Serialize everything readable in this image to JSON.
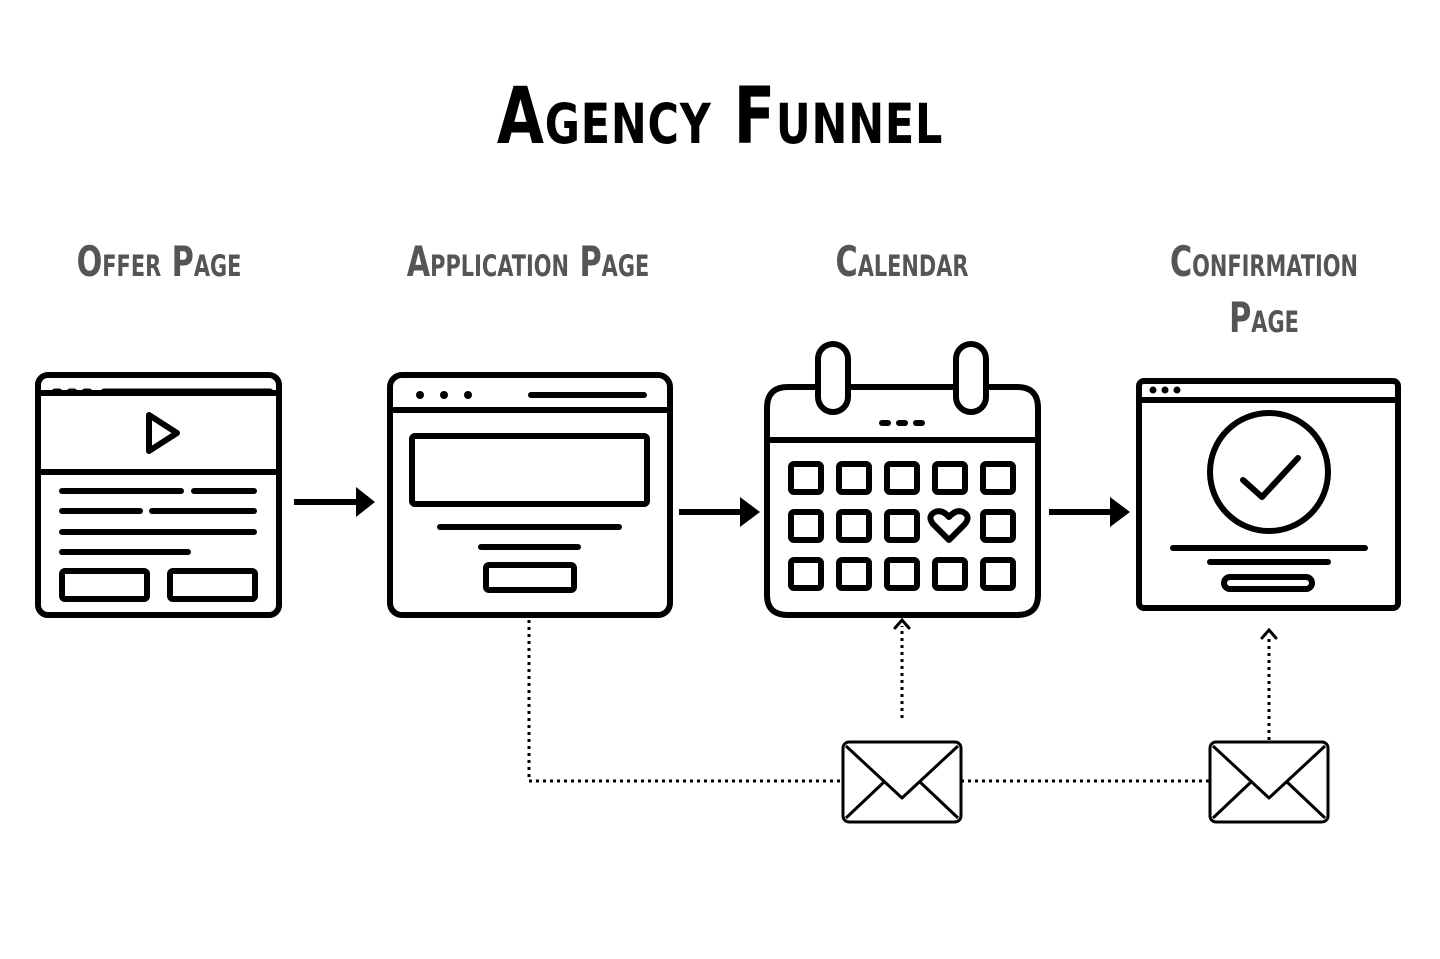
{
  "title": "Agency Funnel",
  "stages": [
    {
      "label": "Offer Page",
      "icon": "video-page-icon"
    },
    {
      "label": "Application Page",
      "icon": "form-page-icon"
    },
    {
      "label": "Calendar",
      "icon": "calendar-icon"
    },
    {
      "label": "Confirmation Page",
      "icon": "confirmation-check-icon"
    }
  ],
  "connectors": [
    {
      "from": "Offer Page",
      "to": "Application Page",
      "style": "solid-arrow"
    },
    {
      "from": "Application Page",
      "to": "Calendar",
      "style": "solid-arrow"
    },
    {
      "from": "Calendar",
      "to": "Confirmation Page",
      "style": "solid-arrow"
    },
    {
      "from": "Application Page",
      "to": "email",
      "style": "dotted"
    },
    {
      "from": "email",
      "to": "Calendar",
      "style": "dotted-arrow"
    },
    {
      "from": "email",
      "to": "Confirmation Page",
      "style": "dotted-arrow"
    }
  ],
  "emails": [
    {
      "icon": "envelope-icon"
    },
    {
      "icon": "envelope-icon"
    }
  ],
  "colors": {
    "ink": "#000000",
    "label": "#555555",
    "background": "#ffffff"
  }
}
